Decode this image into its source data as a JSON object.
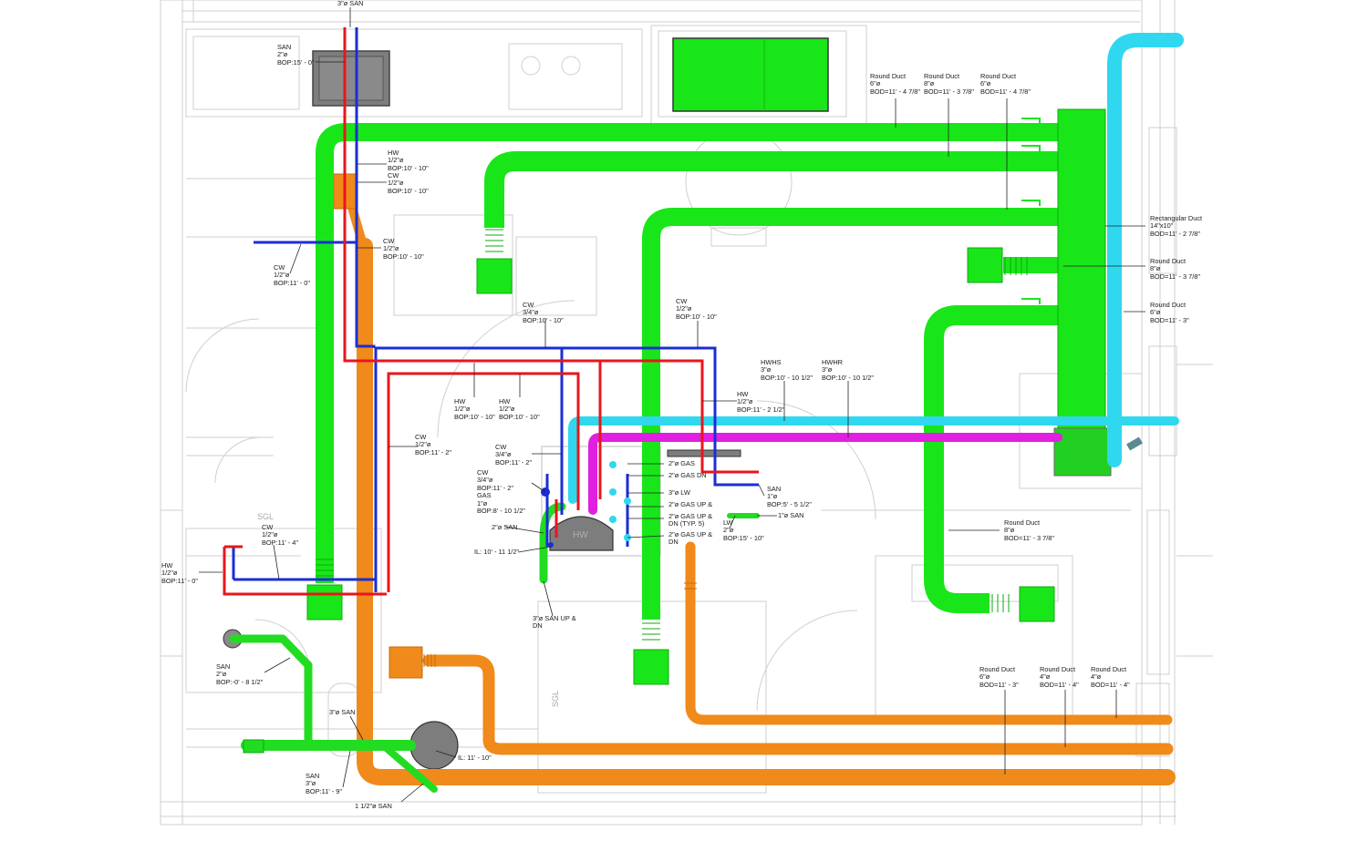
{
  "colors": {
    "supply_duct": "#19e619",
    "exhaust_duct": "#f08a1a",
    "hot_water": "#e8161c",
    "cold_water": "#1a2ed6",
    "hwhs": "#2fd8ee",
    "hwhr": "#e11fe0",
    "arch_lines": "#c9c9c9",
    "fixture": "#7d7d7d",
    "text": "#1a1a1a"
  },
  "labels": {
    "san_top": "3\"ø SAN",
    "sink_san": [
      "SAN",
      "2\"ø",
      "BOP:15' - 0\""
    ],
    "hw_a": [
      "HW",
      "1/2\"ø",
      "BOP:10' - 10\""
    ],
    "cw_a": [
      "CW",
      "1/2\"ø",
      "BOP:10' - 10\""
    ],
    "cw_b": [
      "CW",
      "1/2\"ø",
      "BOP:10' - 10\""
    ],
    "cw_left": [
      "CW",
      "1/2\"ø",
      "BOP:11' - 0\""
    ],
    "cw_c": [
      "CW",
      "3/4\"ø",
      "BOP:10' - 10\""
    ],
    "cw_d": [
      "CW",
      "1/2\"ø",
      "BOP:10' - 10\""
    ],
    "hw_b": [
      "HW",
      "1/2\"ø",
      "BOP:10' - 10\""
    ],
    "hw_c": [
      "HW",
      "1/2\"ø",
      "BOP:10' - 10\""
    ],
    "cw_e": [
      "CW",
      "1/2\"ø",
      "BOP:11' - 2\""
    ],
    "cw_f": [
      "CW",
      "3/4\"ø",
      "BOP:11' - 2\""
    ],
    "cw_gas": [
      "CW",
      "3/4\"ø",
      "BOP:11' - 2\"",
      "GAS",
      "1\"ø",
      "BOP:8' - 10 1/2\""
    ],
    "san_2": "2\"ø SAN",
    "il_1": "IL: 10' - 11 1/2\"",
    "san_up": [
      "3\"ø SAN UP &",
      "DN"
    ],
    "hw_d": [
      "HW",
      "1/2\"ø",
      "BOP:11' - 2 1/2\""
    ],
    "hwhs": [
      "HWHS",
      "3\"ø",
      "BOP:10' - 10 1/2\""
    ],
    "hwhr": [
      "HWHR",
      "3\"ø",
      "BOP:10' - 10 1/2\""
    ],
    "gas_1": "2\"ø GAS",
    "gas_dn": "2\"ø GAS DN",
    "lw_1": "3\"ø LW",
    "gas_up1": [
      "2\"ø GAS UP &",
      "DN"
    ],
    "gas_up2": [
      "2\"ø GAS UP &",
      "DN (TYP. 5)"
    ],
    "gas_up3": [
      "2\"ø GAS UP &",
      "DN"
    ],
    "san_right": [
      "SAN",
      "1\"ø",
      "BOP:5' - 5 1/2\""
    ],
    "san_1": "1\"ø SAN",
    "lw_2": [
      "LW",
      "2\"ø",
      "BOP:15' - 10\""
    ],
    "rd_1": [
      "Round Duct",
      "6\"ø",
      "BOD=11' - 4 7/8\""
    ],
    "rd_2": [
      "Round Duct",
      "8\"ø",
      "BOD=11' - 3 7/8\""
    ],
    "rd_3": [
      "Round Duct",
      "6\"ø",
      "BOD=11' - 4 7/8\""
    ],
    "rect_duct": [
      "Rectangular Duct",
      "14\"x10\"",
      "BOD=11' - 2 7/8\""
    ],
    "rd_4": [
      "Round Duct",
      "8\"ø",
      "BOD=11' - 3 7/8\""
    ],
    "rd_5": [
      "Round Duct",
      "6\"ø",
      "BOD=11' - 3\""
    ],
    "rd_6": [
      "Round Duct",
      "8\"ø",
      "BOD=11' - 3 7/8\""
    ],
    "cw_g": [
      "CW",
      "1/2\"ø",
      "BOP:11' - 4\""
    ],
    "hw_e": [
      "HW",
      "1/2\"ø",
      "BOP:11' - 0\""
    ],
    "san_left": [
      "SAN",
      "2\"ø",
      "BOP:-0' - 8 1/2\""
    ],
    "san_3": "3\"ø SAN",
    "san_bottom": [
      "SAN",
      "3\"ø",
      "BOP:11' - 9\""
    ],
    "san_15": "1 1/2\"ø SAN",
    "il_2": "IL: 11' - 10\"",
    "rd_7": [
      "Round Duct",
      "6\"ø",
      "BOD=11' - 3\""
    ],
    "rd_8": [
      "Round Duct",
      "4\"ø",
      "BOD=11' - 4\""
    ],
    "rd_9": [
      "Round Duct",
      "4\"ø",
      "BOD=11' - 4\""
    ],
    "sgl_1": "SGL",
    "sgl_2": "SGL",
    "hw_fixture": "HW"
  }
}
